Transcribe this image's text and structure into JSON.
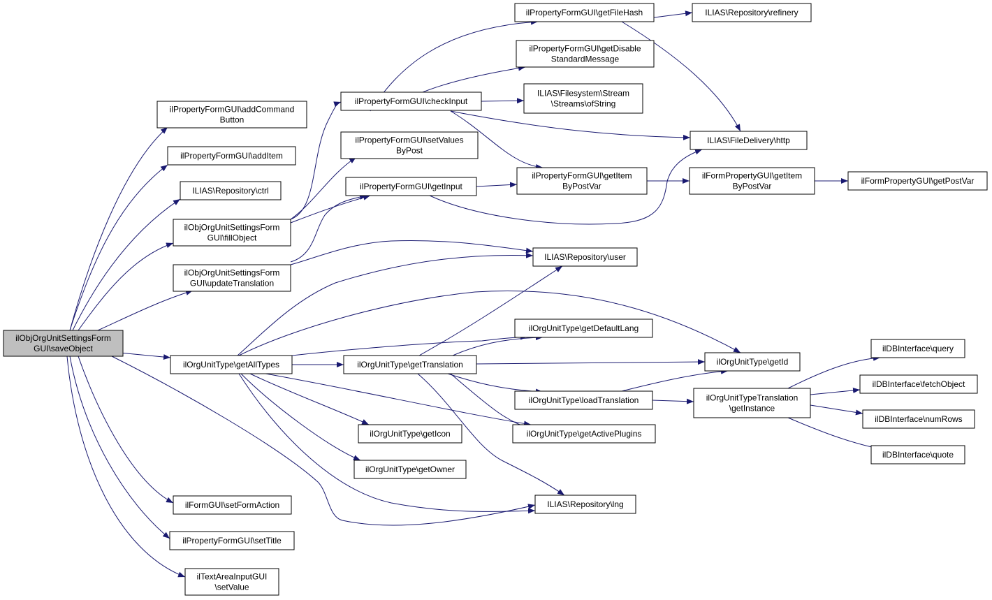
{
  "graph": {
    "root": "saveObject",
    "colors": {
      "edge": "#191970",
      "node_border": "#000000",
      "root_fill": "#bfbfbf",
      "node_fill": "#ffffff",
      "background": "#ffffff"
    },
    "nodes": [
      {
        "id": "saveObject",
        "lines": [
          "ilObjOrgUnitSettingsForm",
          "GUI\\saveObject"
        ],
        "root": true
      },
      {
        "id": "addCommandButton",
        "lines": [
          "ilPropertyFormGUI\\addCommand",
          "Button"
        ]
      },
      {
        "id": "addItem",
        "lines": [
          "ilPropertyFormGUI\\addItem"
        ]
      },
      {
        "id": "repoCtrl",
        "lines": [
          "ILIAS\\Repository\\ctrl"
        ]
      },
      {
        "id": "fillObject",
        "lines": [
          "ilObjOrgUnitSettingsForm",
          "GUI\\fillObject"
        ]
      },
      {
        "id": "updateTranslation",
        "lines": [
          "ilObjOrgUnitSettingsForm",
          "GUI\\updateTranslation"
        ]
      },
      {
        "id": "getAllTypes",
        "lines": [
          "ilOrgUnitType\\getAllTypes"
        ]
      },
      {
        "id": "setFormAction",
        "lines": [
          "ilFormGUI\\setFormAction"
        ]
      },
      {
        "id": "setTitle",
        "lines": [
          "ilPropertyFormGUI\\setTitle"
        ]
      },
      {
        "id": "taSetValue",
        "lines": [
          "ilTextAreaInputGUI",
          "\\setValue"
        ]
      },
      {
        "id": "checkInput",
        "lines": [
          "ilPropertyFormGUI\\checkInput"
        ]
      },
      {
        "id": "setValuesByPost",
        "lines": [
          "ilPropertyFormGUI\\setValues",
          "ByPost"
        ]
      },
      {
        "id": "getInput",
        "lines": [
          "ilPropertyFormGUI\\getInput"
        ]
      },
      {
        "id": "getFileHash",
        "lines": [
          "ilPropertyFormGUI\\getFileHash"
        ]
      },
      {
        "id": "getDisableStd",
        "lines": [
          "ilPropertyFormGUI\\getDisable",
          "StandardMessage"
        ]
      },
      {
        "id": "ofString",
        "lines": [
          "ILIAS\\Filesystem\\Stream",
          "\\Streams\\ofString"
        ]
      },
      {
        "id": "pfGetItemByPostVar",
        "lines": [
          "ilPropertyFormGUI\\getItem",
          "ByPostVar"
        ]
      },
      {
        "id": "repoUser",
        "lines": [
          "ILIAS\\Repository\\user"
        ]
      },
      {
        "id": "getDefaultLang",
        "lines": [
          "ilOrgUnitType\\getDefaultLang"
        ]
      },
      {
        "id": "getTranslation",
        "lines": [
          "ilOrgUnitType\\getTranslation"
        ]
      },
      {
        "id": "loadTranslation",
        "lines": [
          "ilOrgUnitType\\loadTranslation"
        ]
      },
      {
        "id": "getIcon",
        "lines": [
          "ilOrgUnitType\\getIcon"
        ]
      },
      {
        "id": "getActivePlugins",
        "lines": [
          "ilOrgUnitType\\getActivePlugins"
        ]
      },
      {
        "id": "getOwner",
        "lines": [
          "ilOrgUnitType\\getOwner"
        ]
      },
      {
        "id": "repoLng",
        "lines": [
          "ILIAS\\Repository\\lng"
        ]
      },
      {
        "id": "repoRefinery",
        "lines": [
          "ILIAS\\Repository\\refinery"
        ]
      },
      {
        "id": "fdHttp",
        "lines": [
          "ILIAS\\FileDelivery\\http"
        ]
      },
      {
        "id": "fpGetItemByPostVar",
        "lines": [
          "ilFormPropertyGUI\\getItem",
          "ByPostVar"
        ]
      },
      {
        "id": "getPostVar",
        "lines": [
          "ilFormPropertyGUI\\getPostVar"
        ]
      },
      {
        "id": "getId",
        "lines": [
          "ilOrgUnitType\\getId"
        ]
      },
      {
        "id": "trGetInstance",
        "lines": [
          "ilOrgUnitTypeTranslation",
          "\\getInstance"
        ]
      },
      {
        "id": "dbQuery",
        "lines": [
          "ilDBInterface\\query"
        ]
      },
      {
        "id": "dbFetchObject",
        "lines": [
          "ilDBInterface\\fetchObject"
        ]
      },
      {
        "id": "dbNumRows",
        "lines": [
          "ilDBInterface\\numRows"
        ]
      },
      {
        "id": "dbQuote",
        "lines": [
          "ilDBInterface\\quote"
        ]
      }
    ]
  }
}
